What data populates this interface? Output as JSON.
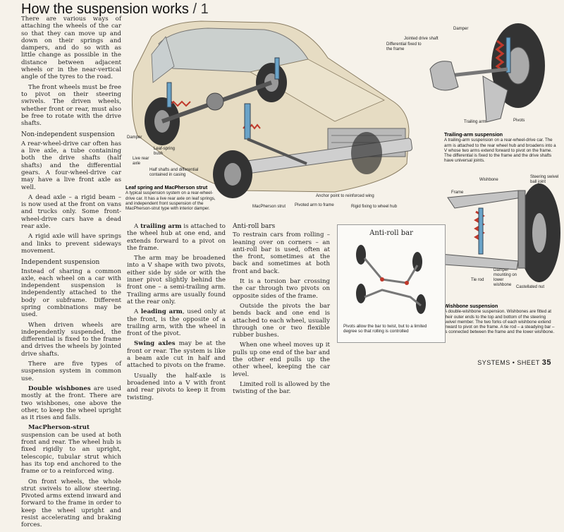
{
  "page": {
    "title": "How the suspension works",
    "sheet_suffix": "/ 1",
    "footer_section": "SYSTEMS",
    "footer_sheet": "SHEET",
    "footer_number": "35"
  },
  "text": {
    "intro1": "There are various ways of attaching the wheels of the car so that they can move up and down on their springs and dampers, and do so with as little change as possible in the distance between adjacent wheels or in the near-vertical angle of the tyres to the road.",
    "intro2": "The front wheels must be free to pivot on their steering swivels. The driven wheels, whether front or rear, must also be free to rotate with the drive shafts.",
    "nonind_heading": "Non-independent suspension",
    "nonind1": "A rear-wheel-drive car often has a live axle, a tube containing both the drive shafts (half shafts) and the differential gears. A four-wheel-drive car may have a live front axle as well.",
    "nonind2": "A dead axle – a rigid beam – is now used at the front on vans and trucks only. Some front-wheel-drive cars have a dead rear axle.",
    "nonind3": "A rigid axle will have springs and links to prevent sideways movement.",
    "ind_heading": "Independent suspension",
    "ind1": "Instead of sharing a common axle, each wheel on a car with independent suspension is independently attached to the body or subframe. Different spring combinations may be used.",
    "ind2": "When driven wheels are independently suspended, the differential is fixed to the frame and drives the wheels by jointed drive shafts.",
    "ind3": "There are five types of suspension system in common use.",
    "wish_bold": "Double wishbones",
    "wish_text": " are used mostly at the front. There are two wishbones, one above the other, to keep the wheel upright as it rises and falls.",
    "mac_bold": "MacPherson-strut",
    "mac_text": " suspension can be used at both front and rear. The wheel hub is fixed rigidly to an upright, telescopic, tubular strut which has its top end anchored to the frame or to a reinforced wing.",
    "mac2": "On front wheels, the whole strut swivels to allow steering. Pivoted arms extend inward and forward to the frame in order to keep the wheel upright and resist accelerating and braking forces.",
    "trail_pre": "A ",
    "trail_bold": "trailing arm",
    "trail_text": " is attached to the wheel hub at one end, and extends forward to a pivot on the frame.",
    "trail2": "The arm may be broadened into a V shape with two pivots, either side by side or with the inner pivot slightly behind the front one – a semi-trailing arm. Trailing arms are usually found at the rear only.",
    "lead_pre": "A ",
    "lead_bold": "leading arm",
    "lead_text": ", used only at the front, is the opposite of a trailing arm, with the wheel in front of the pivot.",
    "swing_bold": "Swing axles",
    "swing_text": " may be at the front or rear. The system is like a beam axle cut in half and attached to pivots on the frame.",
    "swing2": "Usually the half-axle is broadened into a V with front and rear pivots to keep it from twisting.",
    "anti_heading": "Anti-roll bars",
    "anti1": "To restrain cars from rolling – leaning over on corners – an anti-roll bar is used, often at the front, sometimes at the back and sometimes at both front and back.",
    "anti2": "It is a torsion bar crossing the car through two pivots on opposite sides of the frame.",
    "anti3": "Outside the pivots the bar bends back and one end is attached to each wheel, usually through one or two flexible rubber bushes.",
    "anti4": "When one wheel moves up it pulls up one end of the bar and the other end pulls up the other wheel, keeping the car level.",
    "anti5": "Limited roll is allowed by the twisting of the bar."
  },
  "captions": {
    "leaf_title": "Leaf spring and MacPherson strut",
    "leaf_body": "A typical suspension system on a rear-wheel-drive car. It has a live rear axle on leaf springs, and independent front suspension of the MacPherson-strut type with interior damper.",
    "trailing_title": "Trailing-arm suspension",
    "trailing_body": "A trailing-arm suspension on a rear-wheel-drive car. The arm is attached to the rear wheel hub and broadens into a V whose two arms extend forward to pivot on the frame. The differential is fixed to the frame and the drive shafts have universal joints.",
    "wishbone_title": "Wishbone suspension",
    "wishbone_body": "A double-wishbone suspension. Wishbones are fitted at their outer ends to the top and bottom of the steering swivel member. The two forks of each wishbone extend inward to pivot on the frame. A tie rod – a steadying bar – is connected between the frame and the lower wishbone.",
    "antiroll_box_title": "Anti-roll bar",
    "antiroll_box_body": "Pivots allow the bar to twist, but to a limited degree so that rolling is controlled"
  },
  "labels": {
    "damper_car": "Damper",
    "live_rear_axle": "Live rear axle",
    "leaf_spring_bush": "Leaf-spring bush",
    "half_shafts": "Half shafts and differential contained in casing",
    "anchor": "Anchor point to reinforced wing",
    "macpherson": "MacPherson strut",
    "pivoted_arm": "Pivoted arm to frame",
    "rigid_fixing": "Rigid fixing to wheel hub",
    "jointed_drive": "Jointed drive shaft",
    "differential": "Differential fixed to the frame",
    "damper_tr": "Damper",
    "trailing_arm": "Trailing arm",
    "pivots": "Pivots",
    "wishbone": "Wishbone",
    "steering_swivel": "Steering swivel ball joint",
    "frame": "Frame",
    "damper_mount": "Damper mounting on lower wishbone",
    "tie_rod": "Tie rod",
    "castellated": "Castellated nut"
  },
  "colors": {
    "car_body": "#e6dcc3",
    "chrome": "#b9b9b9",
    "spring_red": "#c0392b",
    "damper_blue": "#6aa3c8",
    "tyre": "#333333"
  }
}
